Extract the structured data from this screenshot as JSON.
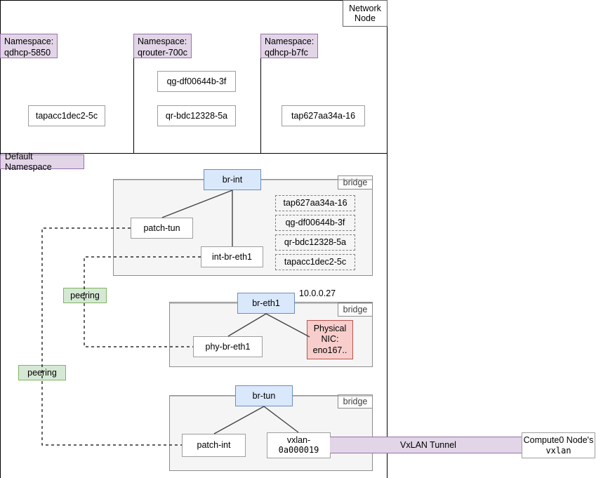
{
  "diagram": {
    "title": "Network Node",
    "node_frame_tag": "Network Node"
  },
  "namespaces": {
    "default_label": "Default Namespace",
    "columns": [
      {
        "label": "Namespace:\nqdhcp-5850",
        "interfaces": [
          "tapacc1dec2-5c"
        ]
      },
      {
        "label": "Namespace:\nqrouter-700c",
        "interfaces": [
          "qg-df00644b-3f",
          "qr-bdc12328-5a"
        ]
      },
      {
        "label": "Namespace:\nqdhcp-b7fc",
        "interfaces": [
          "tap627aa34a-16"
        ]
      }
    ]
  },
  "bridges": [
    {
      "name": "br-int",
      "tag": "bridge",
      "ports": [
        "patch-tun",
        "int-br-eth1"
      ],
      "attached": [
        "tap627aa34a-16",
        "qg-df00644b-3f",
        "qr-bdc12328-5a",
        "tapacc1dec2-5c"
      ]
    },
    {
      "name": "br-eth1",
      "tag": "bridge",
      "ip": "10.0.0.27",
      "ports": [
        "phy-br-eth1"
      ],
      "nic": "Physical\nNIC:\neno167.."
    },
    {
      "name": "br-tun",
      "tag": "bridge",
      "ports": [
        "patch-int"
      ],
      "vxlan_port_line1": "vxlan-",
      "vxlan_port_line2": "0a000019"
    }
  ],
  "peering": {
    "label_top": "peering",
    "label_bottom": "peering"
  },
  "tunnel": {
    "label": "VxLAN Tunnel",
    "remote_line1": "Compute0 Node's",
    "remote_line2": "vxlan"
  },
  "colors": {
    "blue_fill": "#dae8fc",
    "blue_stroke": "#6c8ebf",
    "purple_fill": "#e1d5e7",
    "purple_stroke": "#9673a6",
    "green_fill": "#d5e8d4",
    "green_stroke": "#82b366",
    "red_fill": "#f8cecc",
    "red_stroke": "#b85450",
    "bridge_fill": "#f5f5f5",
    "bridge_stroke": "#8c8c8c"
  }
}
